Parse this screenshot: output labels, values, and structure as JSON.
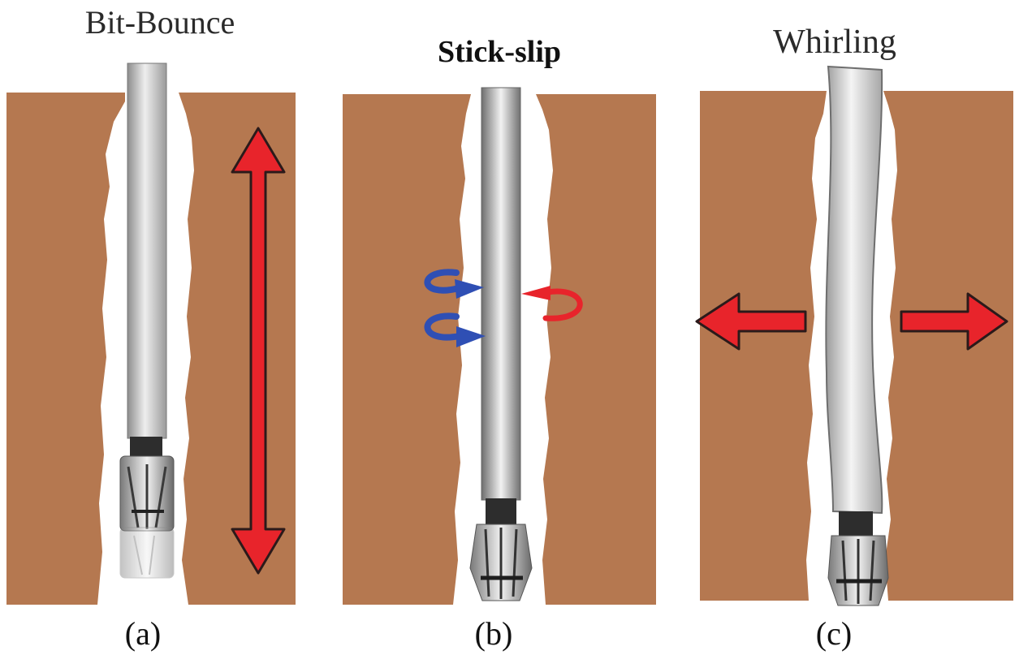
{
  "panels": [
    {
      "title": "Bit-Bounce",
      "caption": "(a)"
    },
    {
      "title": "Stick-slip",
      "caption": "(b)"
    },
    {
      "title": "Whirling",
      "caption": "(c)"
    }
  ],
  "colors": {
    "formation": "#b57850",
    "arrow": "#e8242b",
    "arrow_outline": "#2b1a1a",
    "rotation_blue": "#2f4fb4",
    "rotation_red": "#e8242b",
    "drillstring": "#c7c7c7"
  }
}
